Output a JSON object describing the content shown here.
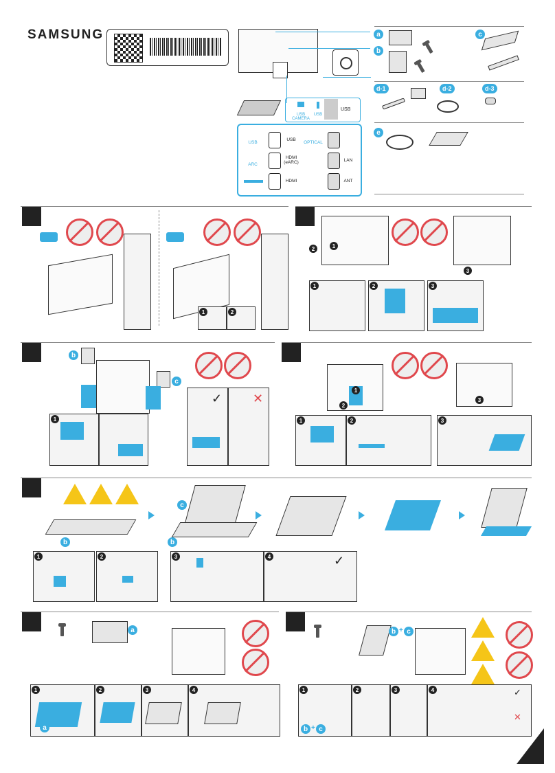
{
  "brand": "SAMSUNG",
  "components": [
    {
      "tag": "a"
    },
    {
      "tag": "b"
    },
    {
      "tag": "c"
    },
    {
      "tag": "d-1"
    },
    {
      "tag": "d-2"
    },
    {
      "tag": "d-3"
    },
    {
      "tag": "e"
    }
  ],
  "ports": {
    "top_row": [
      "USB CAMERA",
      "USB",
      "USB"
    ],
    "grid": [
      {
        "left": "USB",
        "right": "USB"
      },
      {
        "left": "OPTICAL",
        "right": ""
      },
      {
        "left": "ARC",
        "right": "HDMI (eARC)"
      },
      {
        "left": "",
        "right": "LAN"
      },
      {
        "left": "",
        "right": "HDMI"
      },
      {
        "left": "",
        "right": "ANT"
      }
    ]
  },
  "step_numbers": [
    "1",
    "2",
    "3",
    "4"
  ],
  "combo_tag": "b+c",
  "icons": {
    "prohibited": "no-symbol-icon",
    "warning": "warning-triangle-icon",
    "ok": "check-icon",
    "ng": "cross-icon"
  },
  "symbols": {
    "check": "✓",
    "cross": "✕",
    "plus": "+"
  },
  "colors": {
    "accent": "#3aaee0",
    "alert": "#e0484d",
    "warning": "#f5c518"
  }
}
